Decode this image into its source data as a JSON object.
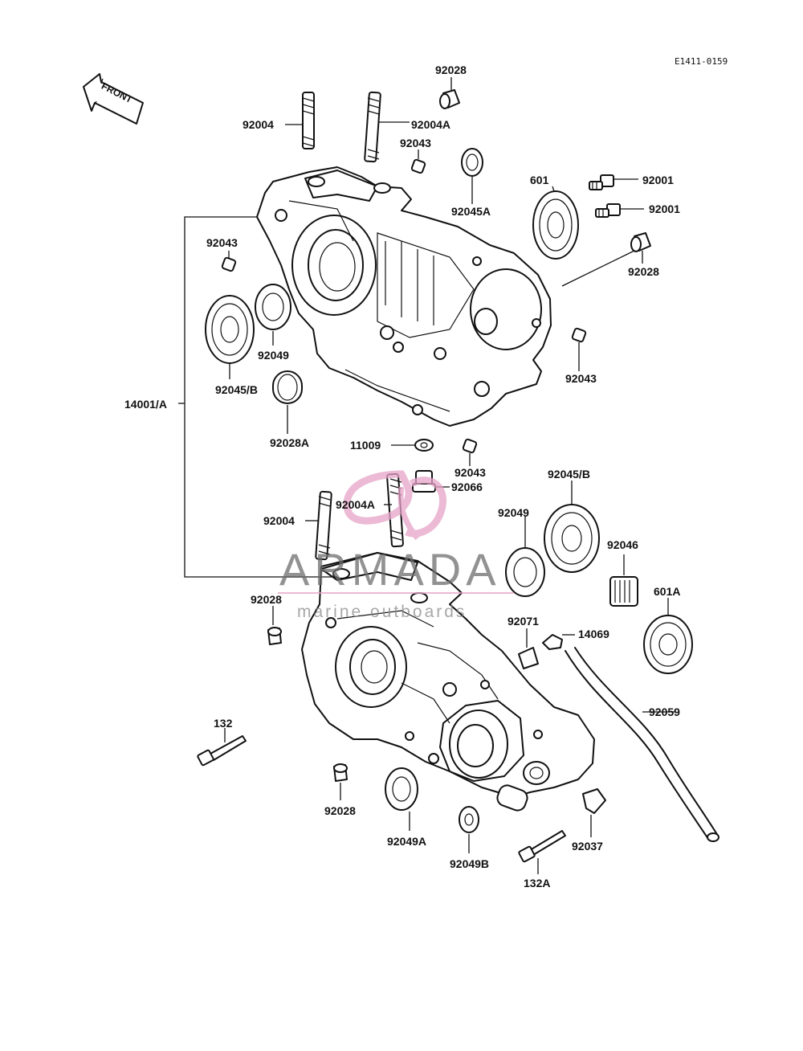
{
  "diagram": {
    "reference_code": "E1411-0159",
    "front_label": "FRONT"
  },
  "watermark": {
    "brand": "ARMADA",
    "tagline": "marine outboards",
    "accent_color": "#e6a3c8",
    "text_color": "#6e6e6e"
  },
  "part_labels": {
    "p92028_top": "92028",
    "p92004_top": "92004",
    "p92004A_top": "92004A",
    "p92043_top": "92043",
    "p92045A": "92045A",
    "p601": "601",
    "p92001_a": "92001",
    "p92001_b": "92001",
    "p92043_left": "92043",
    "p92028_right": "92028",
    "p92049_top": "92049",
    "p92045B_top": "92045/B",
    "p92043_right": "92043",
    "p14001A": "14001/A",
    "p92028A": "92028A",
    "p11009": "11009",
    "p92043_mid": "92043",
    "p92066": "92066",
    "p92004A_mid": "92004A",
    "p92045B_bottom": "92045/B",
    "p92049_bottom": "92049",
    "p92004_bottom": "92004",
    "p92046": "92046",
    "p601A": "601A",
    "p92028_left": "92028",
    "p92071": "92071",
    "p14069": "14069",
    "p92059": "92059",
    "p132": "132",
    "p92028_bottom": "92028",
    "p92049A": "92049A",
    "p92049B": "92049B",
    "p92037": "92037",
    "p132A": "132A"
  }
}
